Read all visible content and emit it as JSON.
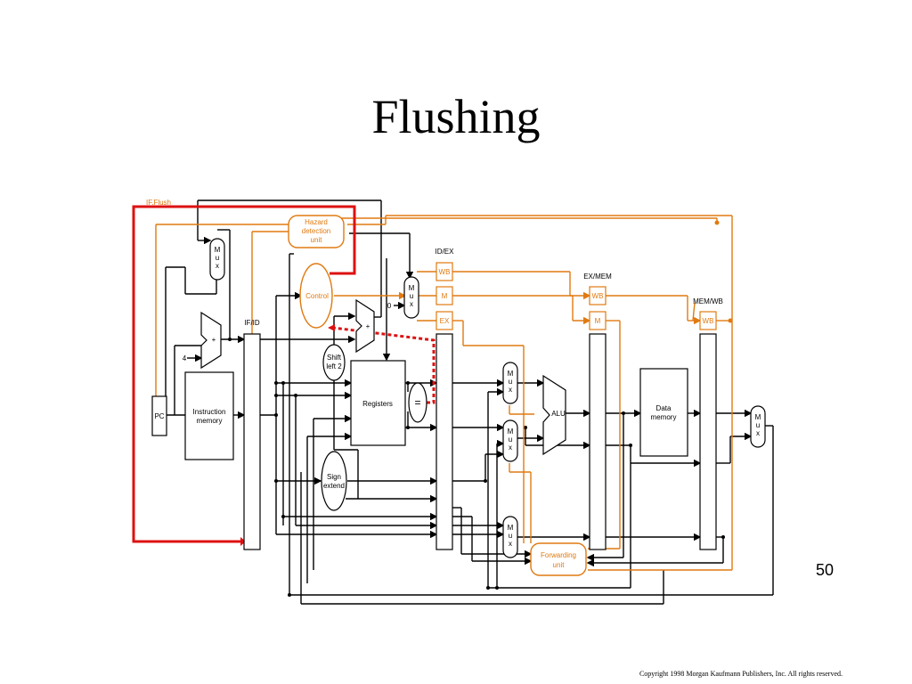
{
  "slide": {
    "title": "Flushing",
    "page_number": "50",
    "copyright": "Copyright 1998 Morgan Kaufmann Publishers, Inc. All rights reserved."
  },
  "diagram": {
    "if_flush_label": "IF.Flush",
    "hazard_unit": [
      "Hazard",
      "detection",
      "unit"
    ],
    "control_label": "Control",
    "pipeline_registers": [
      "IF/ID",
      "ID/EX",
      "EX/MEM",
      "MEM/WB"
    ],
    "stage_fields": {
      "wb": "WB",
      "m": "M",
      "ex": "EX"
    },
    "mux_label": [
      "M",
      "u",
      "x"
    ],
    "zero_label": "0",
    "four_label": "4",
    "plus_label": "+",
    "pc_label": "PC",
    "instruction_memory": [
      "Instruction",
      "memory"
    ],
    "registers_label": "Registers",
    "equal_label": "=",
    "shift_label": [
      "Shift",
      "left 2"
    ],
    "sign_extend": [
      "Sign",
      "extend"
    ],
    "alu_label": "ALU",
    "data_memory": [
      "Data",
      "memory"
    ],
    "forwarding_unit": [
      "Forwarding",
      "unit"
    ]
  },
  "colors": {
    "control_orange": "#e07a10",
    "flush_red": "#dd1111",
    "datapath_black": "#000000"
  }
}
